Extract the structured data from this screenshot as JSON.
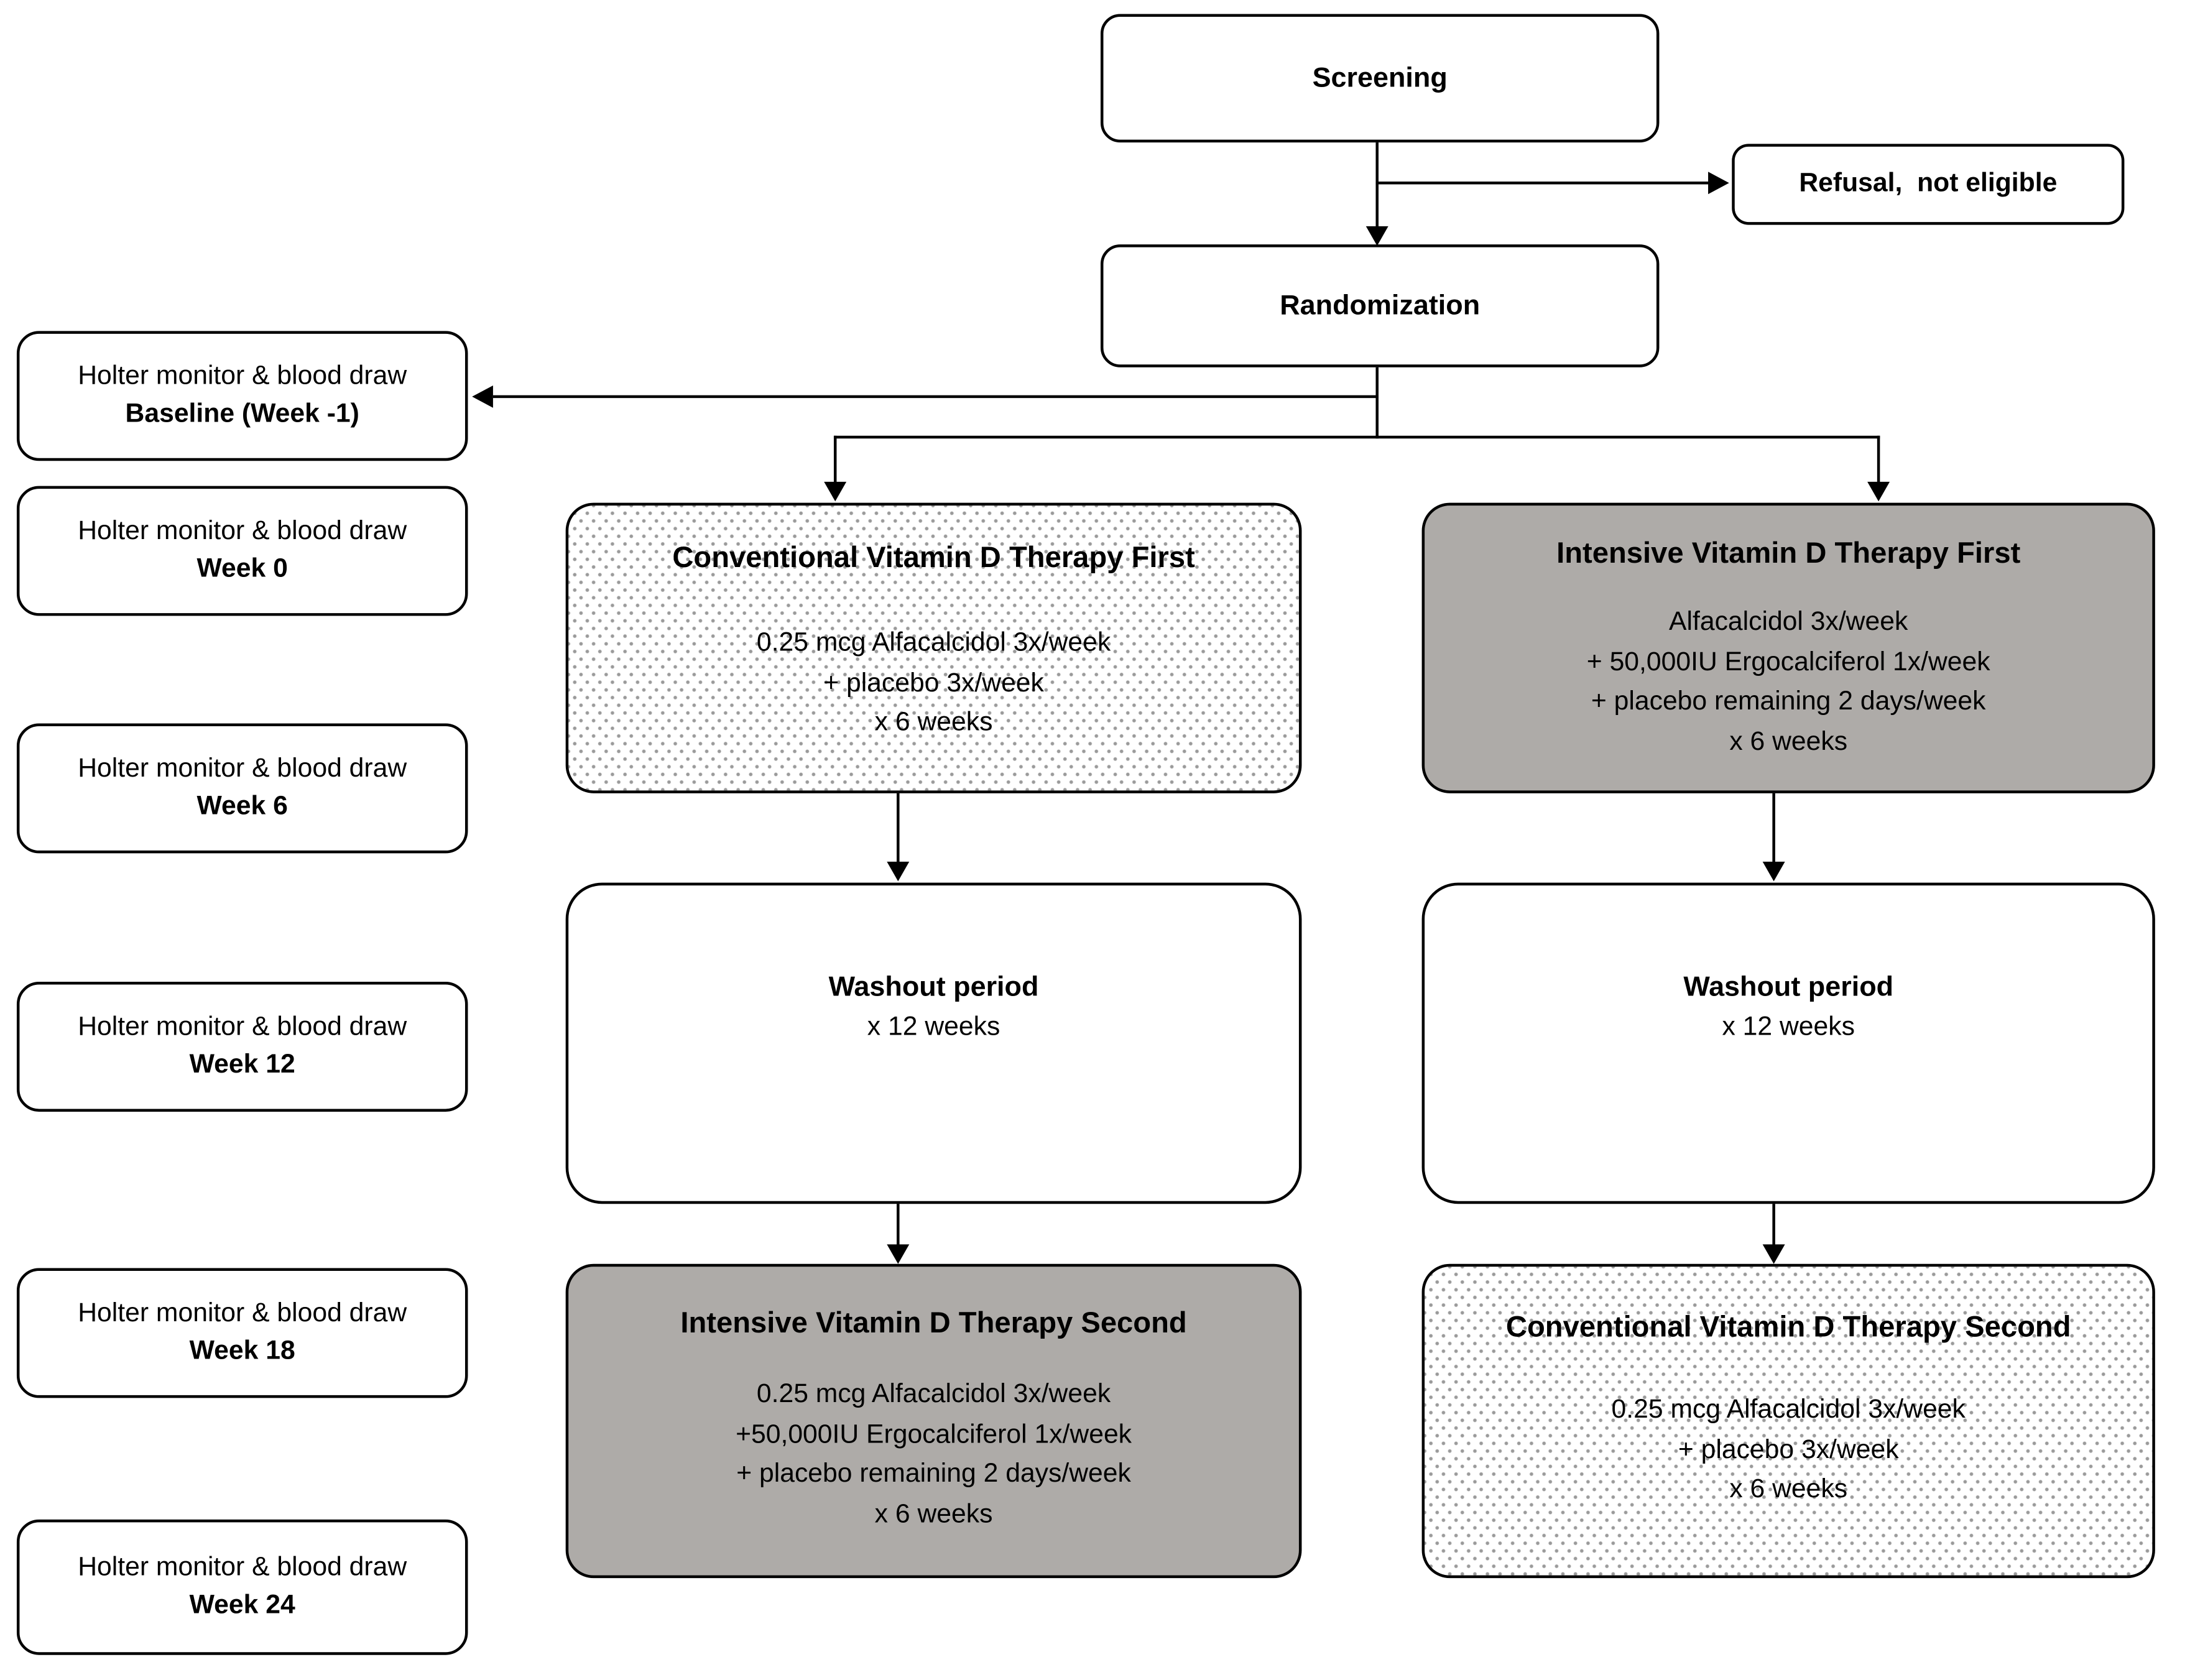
{
  "diagram": {
    "screening": {
      "label": "Screening"
    },
    "refusal": {
      "label": "Refusal,  not eligible"
    },
    "randomization": {
      "label": "Randomization"
    },
    "timeline": [
      {
        "line1": "Holter monitor & blood draw",
        "line2": "Baseline (Week -1)"
      },
      {
        "line1": "Holter monitor & blood draw",
        "line2": "Week 0"
      },
      {
        "line1": "Holter monitor & blood draw",
        "line2": "Week 6"
      },
      {
        "line1": "Holter monitor & blood draw",
        "line2": "Week 12"
      },
      {
        "line1": "Holter monitor & blood draw",
        "line2": "Week 18"
      },
      {
        "line1": "Holter monitor & blood draw",
        "line2": "Week 24"
      }
    ],
    "conventional_first": {
      "title": "Conventional Vitamin D Therapy First",
      "lines": [
        "0.25 mcg Alfacalcidol 3x/week",
        "+ placebo 3x/week",
        "x 6 weeks"
      ]
    },
    "intensive_first": {
      "title": "Intensive Vitamin D Therapy First",
      "lines": [
        "Alfacalcidol 3x/week",
        "+ 50,000IU Ergocalciferol 1x/week",
        "+ placebo remaining 2 days/week",
        "x 6 weeks"
      ]
    },
    "washout_left": {
      "title": "Washout period",
      "duration": "x 12 weeks"
    },
    "washout_right": {
      "title": "Washout period",
      "duration": "x 12 weeks"
    },
    "intensive_second": {
      "title": "Intensive Vitamin D Therapy Second",
      "lines": [
        "0.25 mcg Alfacalcidol 3x/week",
        "+50,000IU Ergocalciferol 1x/week",
        "+ placebo remaining 2 days/week",
        "x 6 weeks"
      ]
    },
    "conventional_second": {
      "title": "Conventional Vitamin D Therapy Second",
      "lines": [
        "0.25 mcg Alfacalcidol 3x/week",
        "+ placebo 3x/week",
        "x 6 weeks"
      ]
    },
    "colors": {
      "background": "#ffffff",
      "border": "#000000",
      "text": "#000000",
      "arrow": "#000000",
      "gray_fill": "#aeaba8",
      "dotted_fill": "#ffffff",
      "dot_color": "#9a9a9a"
    }
  }
}
